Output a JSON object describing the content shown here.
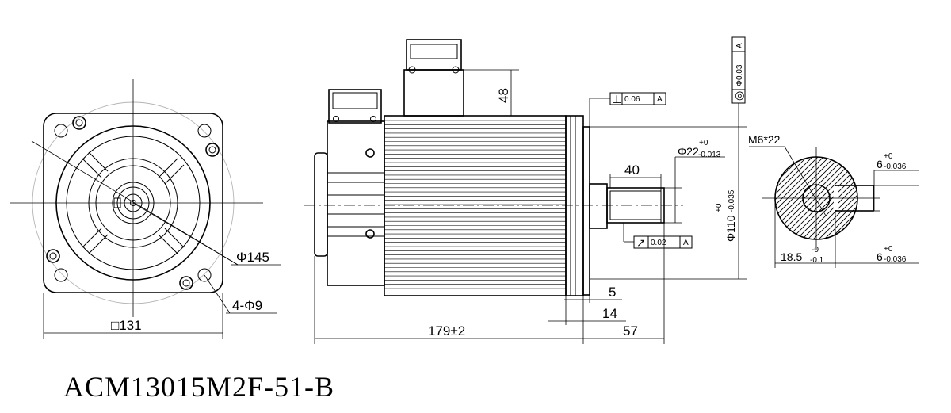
{
  "model": "ACM13015M2F-51-B",
  "front_view": {
    "bolt_circle": "Φ145",
    "holes": "4-Φ9",
    "flange_square": "□131"
  },
  "side_view": {
    "connector_height": "48",
    "body_length": "179±2",
    "shaft_length": "57",
    "dim_14": "14",
    "dim_5": "5",
    "key_length": "40",
    "shaft_dia_main": "Φ22",
    "shaft_dia_tol_upper": "+0",
    "shaft_dia_tol_lower": "-0.013",
    "pilot_dia_main": "Φ110",
    "pilot_dia_tol_upper": "+0",
    "pilot_dia_tol_lower": "-0.035",
    "gdt_perp_symbol": "⊥",
    "gdt_perp_value": "0.06",
    "gdt_perp_datum": "A",
    "gdt_runout_symbol": "↗",
    "gdt_runout_value": "0.02",
    "gdt_runout_datum": "A",
    "gdt_conc_symbol": "◎",
    "gdt_conc_value": "Φ0.03",
    "gdt_conc_datum": "A"
  },
  "shaft_section": {
    "thread": "M6*22",
    "key_width_top_main": "6",
    "key_width_top_tol_upper": "+0",
    "key_width_top_tol_lower": "-0.036",
    "key_depth_main": "18.5",
    "key_depth_tol_upper": "-0",
    "key_depth_tol_lower": "-0.1",
    "key_width_bottom_main": "6",
    "key_width_bottom_tol_upper": "+0",
    "key_width_bottom_tol_lower": "-0.036"
  }
}
